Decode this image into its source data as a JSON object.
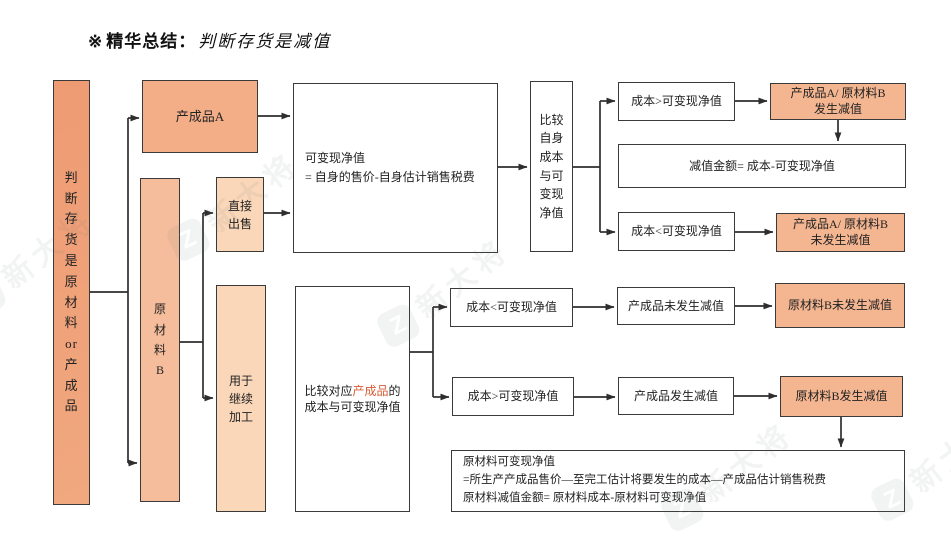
{
  "title": {
    "marker": "※",
    "label": "精华总结：",
    "subtitle": "判断存货是减值"
  },
  "colors": {
    "salmon_dark": "#ee9b73",
    "salmon": "#f3ae88",
    "salmon_light": "#f6bd9c",
    "peach": "#fad7b9",
    "salmon_result": "#f4b591",
    "highlight_text": "#d85c35",
    "line": "#2e2e2e"
  },
  "nodes": {
    "root": "判断存货是原材料or产成品",
    "finished_a": "产成品A",
    "raw_b": "原材料B",
    "direct_sell": "直接出售",
    "further_process": "用于继续加工",
    "nrv_self": {
      "l1": "可变现净值",
      "l2": "= 自身的售价-自身估计销售税费"
    },
    "compare_self": "比较自身成本与可变现净值",
    "cost_gt_1": "成本>可变现净值",
    "cost_lt_1": "成本<可变现净值",
    "impaired_ab": {
      "l1": "产成品A/ 原材料B",
      "l2": "发生减值"
    },
    "impair_amount": "减值金额= 成本-可变现净值",
    "not_impaired_ab": {
      "l1": "产成品A/ 原材料B",
      "l2": "未发生减值"
    },
    "compare_fg": {
      "prefix": "比较对应",
      "highlight": "产成品",
      "suffix": "的",
      "l2": "成本与可变现净值"
    },
    "cost_lt_2": "成本<可变现净值",
    "cost_gt_2": "成本>可变现净值",
    "fg_not_impaired": "产成品未发生减值",
    "fg_impaired": "产成品发生减值",
    "raw_not_impaired": "原材料B未发生减值",
    "raw_impaired": "原材料B发生减值",
    "raw_formula": {
      "l1": "原材料可变现净值",
      "l2": "=所生产产成品售价—至完工估计将要发生的成本—产成品估计销售税费",
      "l3": "原材料减值金额= 原材料成本-原材料可变现净值"
    }
  },
  "watermark": {
    "logo_glyph": "Z",
    "text": "新大将"
  }
}
